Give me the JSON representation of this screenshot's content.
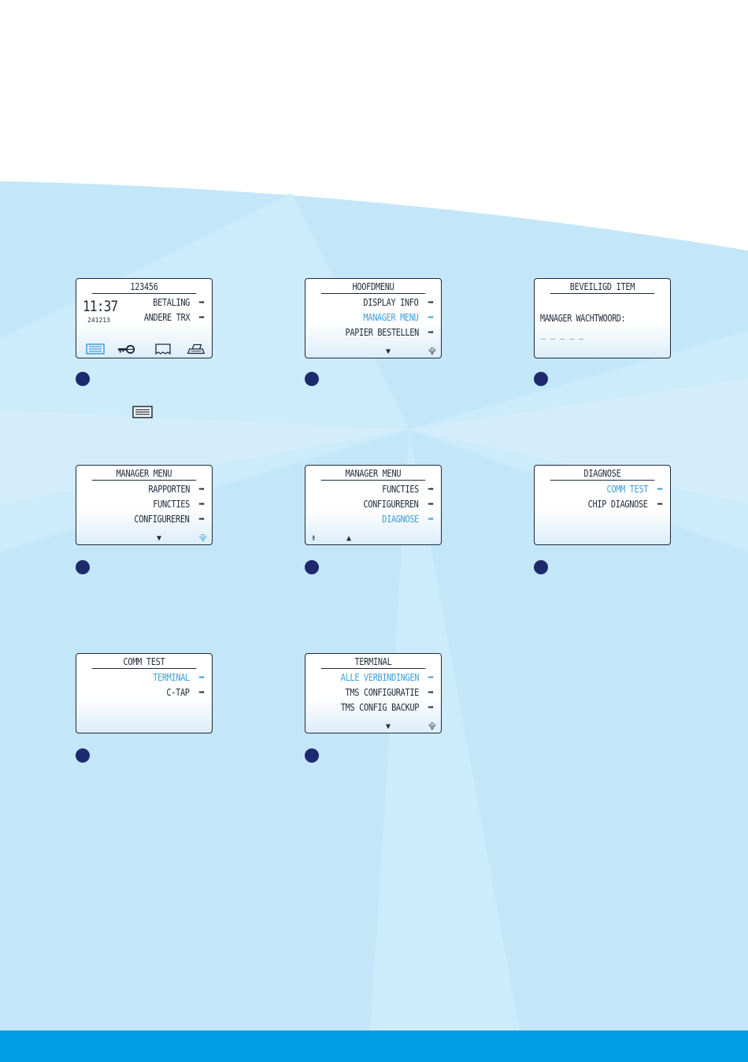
{
  "screens": {
    "s1": {
      "title": "123456",
      "time": "11:37",
      "date": "241213",
      "rows": [
        {
          "label": "BETALING",
          "arrow": "➡"
        },
        {
          "label": "ANDERE TRX",
          "arrow": "➡"
        }
      ],
      "icons": [
        "menu-icon",
        "key-icon",
        "receipt-icon",
        "printer-icon"
      ]
    },
    "s2": {
      "title": "HOOFDMENU",
      "rows": [
        {
          "label": "DISPLAY INFO",
          "arrow": "➡"
        },
        {
          "label": "MANAGER MENU",
          "arrow": "➡"
        },
        {
          "label": "PAPIER BESTELLEN",
          "arrow": "➡"
        }
      ]
    },
    "s3": {
      "title": "BEVEILIGD ITEM",
      "prompt": "MANAGER WACHTWOORD:",
      "input": "_ _ _ _ _"
    },
    "s4": {
      "title": "MANAGER MENU",
      "rows": [
        {
          "label": "RAPPORTEN",
          "arrow": "➡"
        },
        {
          "label": "FUNCTIES",
          "arrow": "➡"
        },
        {
          "label": "CONFIGUREREN",
          "arrow": "➡"
        }
      ]
    },
    "s5": {
      "title": "MANAGER MENU",
      "rows": [
        {
          "label": "FUNCTIES",
          "arrow": "➡"
        },
        {
          "label": "CONFIGUREREN",
          "arrow": "➡"
        },
        {
          "label": "DIAGNOSE",
          "arrow": "➡"
        }
      ]
    },
    "s6": {
      "title": "DIAGNOSE",
      "rows": [
        {
          "label": "COMM TEST",
          "arrow": "➡"
        },
        {
          "label": "CHIP DIAGNOSE",
          "arrow": "➡"
        }
      ]
    },
    "s7": {
      "title": "COMM TEST",
      "rows": [
        {
          "label": "TERMINAL",
          "arrow": "➡"
        },
        {
          "label": "C-TAP",
          "arrow": "➡"
        }
      ]
    },
    "s8": {
      "title": "TERMINAL",
      "rows": [
        {
          "label": "ALLE VERBINDINGEN",
          "arrow": "➡"
        },
        {
          "label": "TMS CONFIGURATIE",
          "arrow": "➡"
        },
        {
          "label": "TMS CONFIG BACKUP",
          "arrow": "➡"
        }
      ]
    }
  },
  "nav_glyphs": {
    "down": "▼",
    "up": "▲",
    "bottom": "⯓",
    "top": "⯒"
  },
  "colors": {
    "background": "#c4e6f9",
    "highlight": "#3d9fd8",
    "step_marker": "#1d2b6e",
    "footer": "#009ee3",
    "screen_ink": "#1e2a3a"
  }
}
